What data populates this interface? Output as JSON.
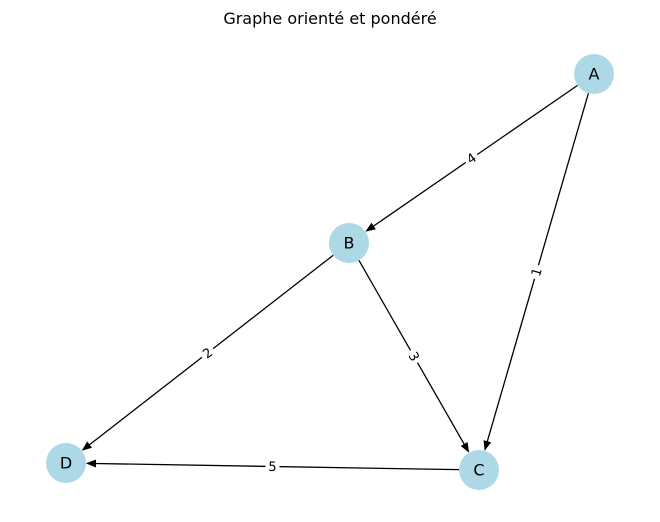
{
  "title": "Graphe orienté et pondéré",
  "colors": {
    "node_fill": "#ADD8E6",
    "edge": "#000000",
    "background": "#FFFFFF"
  },
  "nodes": [
    {
      "id": "A",
      "label": "A"
    },
    {
      "id": "B",
      "label": "B"
    },
    {
      "id": "C",
      "label": "C"
    },
    {
      "id": "D",
      "label": "D"
    }
  ],
  "edges": [
    {
      "from": "A",
      "to": "B",
      "weight": "4"
    },
    {
      "from": "A",
      "to": "C",
      "weight": "1"
    },
    {
      "from": "B",
      "to": "C",
      "weight": "3"
    },
    {
      "from": "B",
      "to": "D",
      "weight": "2"
    },
    {
      "from": "C",
      "to": "D",
      "weight": "5"
    }
  ]
}
